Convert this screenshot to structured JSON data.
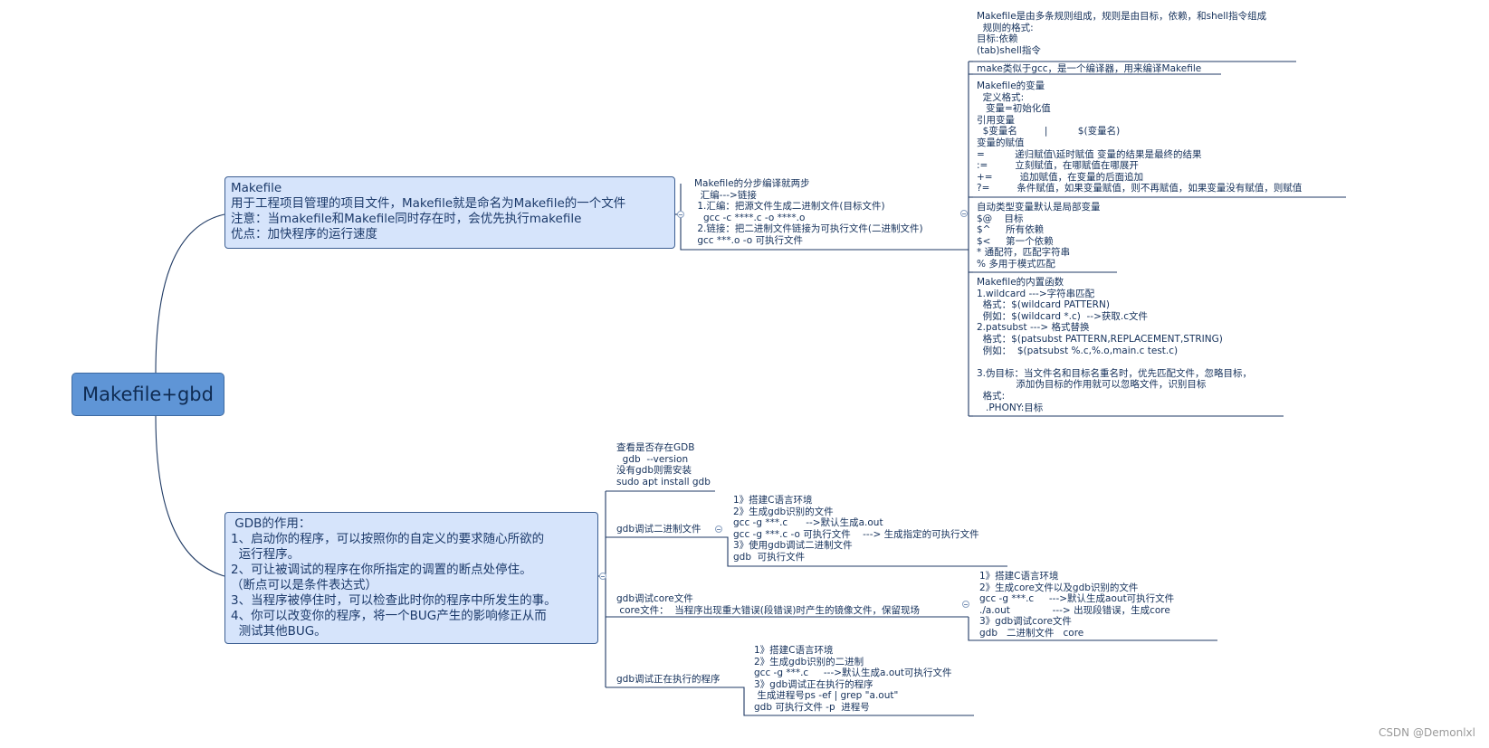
{
  "root": "Makefile+gbd",
  "makefile": {
    "box": [
      "Makefile",
      "用于工程项目管理的项目文件，Makefile就是命名为Makefile的一个文件",
      "注意：当makefile和Makefile同时存在时，会优先执行makefile",
      "优点：加快程序的运行速度"
    ],
    "compile_steps": [
      "Makefile的分步编译就两步",
      "  汇编--->链接",
      " 1.汇编：把源文件生成二进制文件(目标文件)",
      "   gcc -c ****.c -o ****.o",
      " 2.链接：把二进制文件链接为可执行文件(二进制文件)",
      " gcc ***.o -o 可执行文件"
    ],
    "rules": [
      "Makefile是由多条规则组成，规则是由目标，依赖，和shell指令组成",
      "  规则的格式:",
      "目标:依赖",
      "(tab)shell指令"
    ],
    "make_cmd": [
      "make类似于gcc，是一个编译器，用来编译Makefile"
    ],
    "variables": [
      "Makefile的变量",
      "  定义格式:",
      "   变量=初始化值",
      "引用变量",
      "  $变量名         |          $(变量名)",
      "变量的赋值",
      "=          递归赋值\\延时赋值 变量的结果是最终的结果",
      ":=         立刻赋值，在哪赋值在哪展开",
      "+=         追加赋值，在变量的后面追加",
      "?=         条件赋值，如果变量赋值，则不再赋值，如果变量没有赋值，则赋值"
    ],
    "auto_vars": [
      "自动类型变量默认是局部变量",
      "$@    目标",
      "$^     所有依赖",
      "$<     第一个依赖",
      "* 通配符，匹配字符串",
      "% 多用于模式匹配"
    ],
    "functions": [
      "Makefile的内置函数",
      "1.wildcard --->字符串匹配",
      "  格式：$(wildcard PATTERN)",
      "  例如：$(wildcard *.c)  -->获取.c文件",
      "2.patsubst ---> 格式替换",
      "  格式：$(patsubst PATTERN,REPLACEMENT,STRING)",
      "  例如：  $(patsubst %.c,%.o,main.c test.c)",
      "",
      "3.伪目标：当文件名和目标名重名时，优先匹配文件，忽略目标，",
      "             添加伪目标的作用就可以忽略文件，识别目标",
      "  格式:",
      "   .PHONY:目标"
    ]
  },
  "gdb": {
    "box": [
      " GDB的作用：",
      "1、启动你的程序，可以按照你的自定义的要求随心所欲的",
      "  运行程序。",
      "2、可让被调试的程序在你所指定的调置的断点处停住。",
      "（断点可以是条件表达式）",
      "3、当程序被停住时，可以检查此时你的程序中所发生的事。",
      "4、你可以改变你的程序，将一个BUG产生的影响修正从而",
      "  测试其他BUG。"
    ],
    "check": [
      "查看是否存在GDB",
      "  gdb  --version",
      "没有gdb则需安装",
      "sudo apt install gdb"
    ],
    "binary_label": [
      "gdb调试二进制文件"
    ],
    "binary": [
      "1》搭建C语言环境",
      "2》生成gdb识别的文件",
      "gcc -g ***.c      -->默认生成a.out",
      "gcc -g ***.c -o 可执行文件    ---> 生成指定的可执行文件",
      "3》使用gdb调试二进制文件",
      "gdb  可执行文件"
    ],
    "core_label": [
      "gdb调试core文件",
      " core文件：  当程序出现重大错误(段错误)时产生的镜像文件，保留现场"
    ],
    "core": [
      "1》搭建C语言环境",
      "2》生成core文件以及gdb识别的文件",
      "gcc -g ***.c     --->默认生成aout可执行文件",
      "./a.out              ---> 出现段错误，生成core",
      "3》gdb调试core文件",
      "gdb   二进制文件   core"
    ],
    "running_label": [
      "gdb调试正在执行的程序"
    ],
    "running": [
      "1》搭建C语言环境",
      "2》生成gdb识别的二进制",
      "gcc -g ***.c     --->默认生成a.out可执行文件",
      "3》gdb调试正在执行的程序",
      " 生成进程号ps -ef | grep \"a.out\"",
      "gdb 可执行文件 -p  进程号"
    ]
  },
  "footer": "CSDN @Demonlxl"
}
